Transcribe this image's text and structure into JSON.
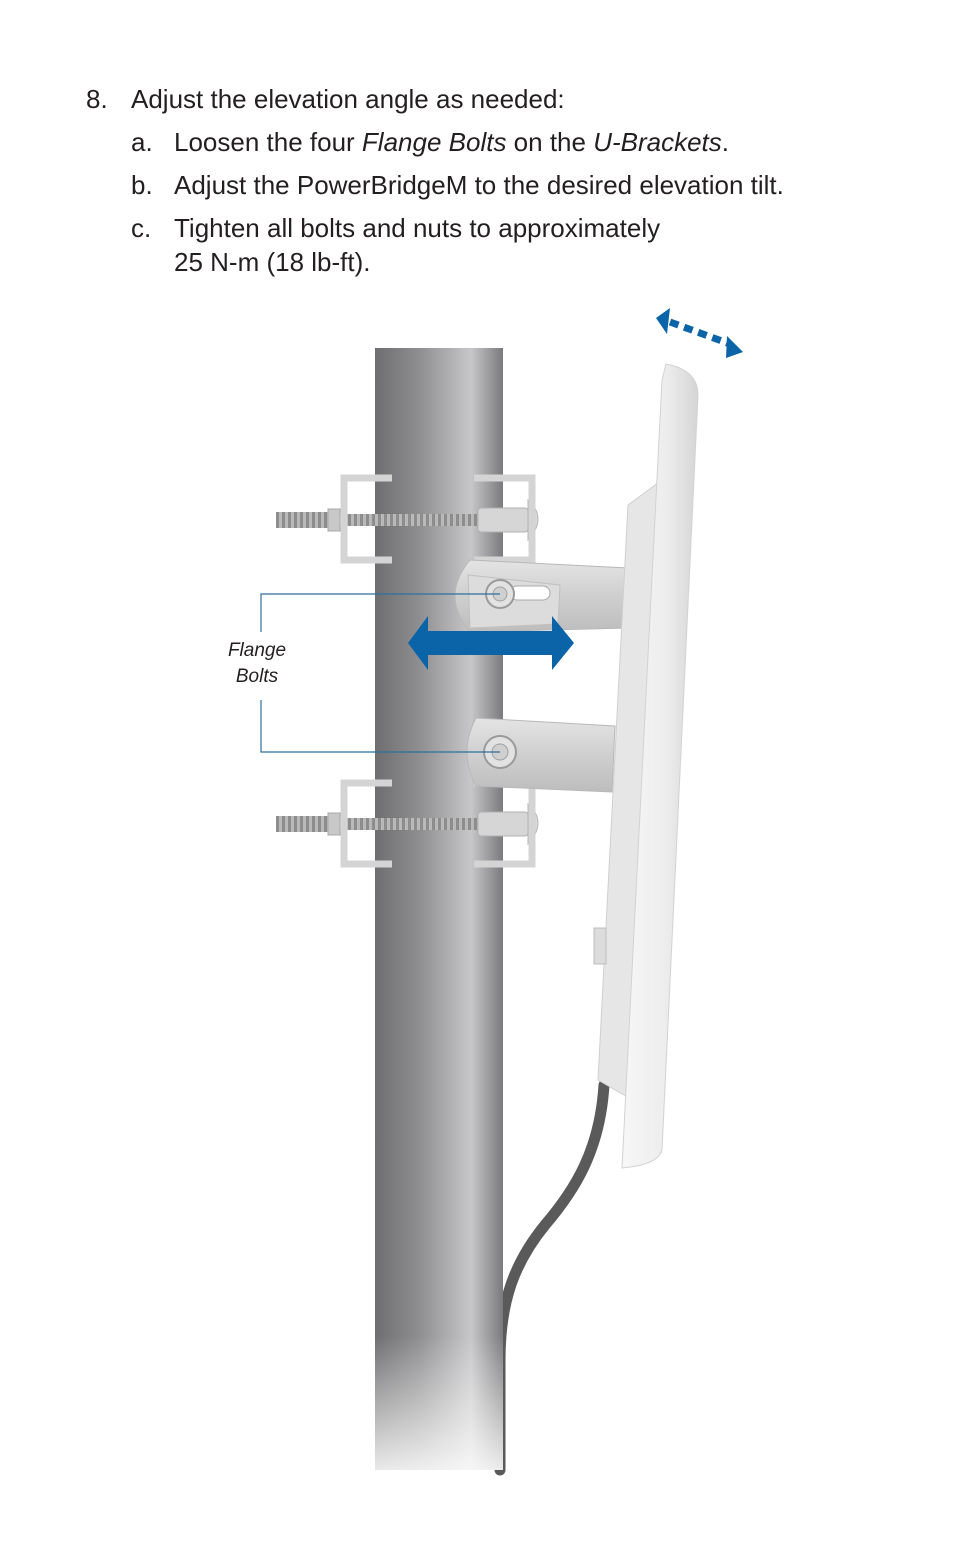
{
  "step": {
    "number": "8.",
    "text": "Adjust the elevation angle as needed:",
    "substeps": [
      {
        "letter": "a.",
        "parts": [
          "Loosen the four ",
          "Flange Bolts",
          " on the ",
          "U-Brackets",
          "."
        ]
      },
      {
        "letter": "b.",
        "text": "Adjust the PowerBridgeM to the desired elevation tilt."
      },
      {
        "letter": "c.",
        "line1": "Tighten all bolts and nuts to approximately",
        "line2": "25 N-m (18 lb-ft)."
      }
    ]
  },
  "figure": {
    "callout_line1": "Flange",
    "callout_line2": "Bolts",
    "colors": {
      "arrow": "#0b63a8",
      "callout_line": "#2f6f9f",
      "pole": "#8a8a8c",
      "antenna": "#eeeeee",
      "cable": "#555555"
    }
  }
}
